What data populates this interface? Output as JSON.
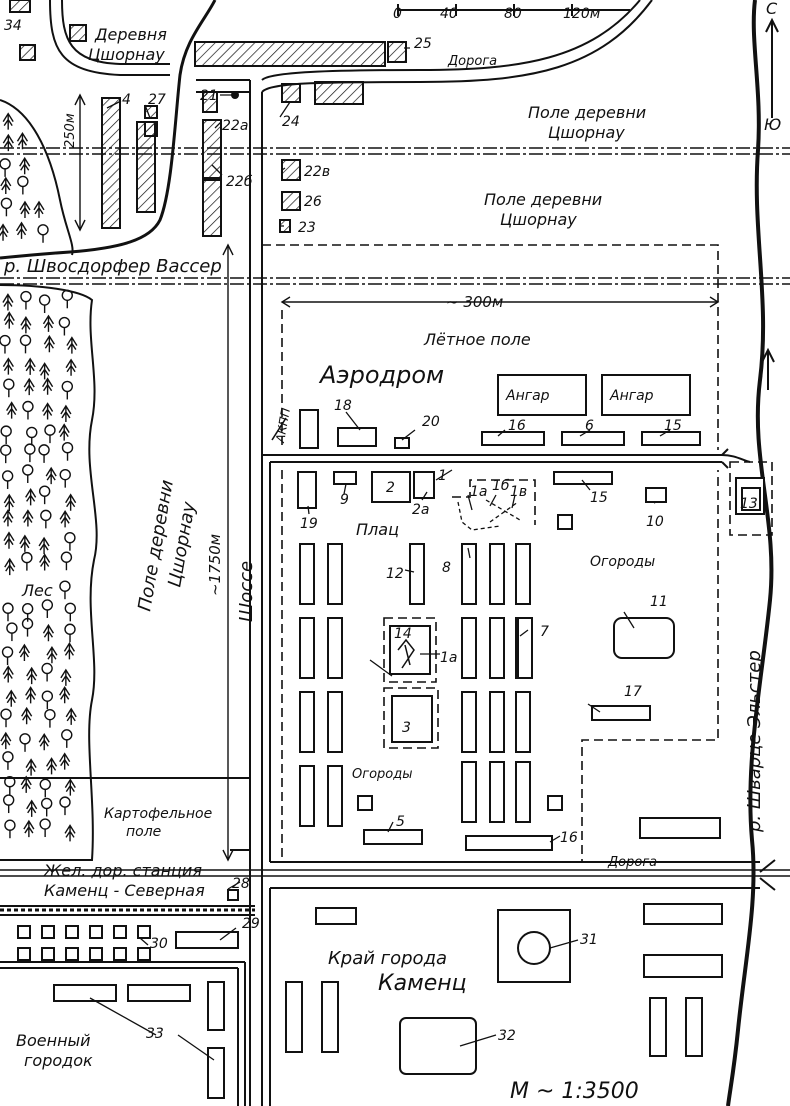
{
  "scale_bar": {
    "ticks": [
      "0",
      "40",
      "80",
      "120м"
    ]
  },
  "scale_ratio": "М ~ 1:3500",
  "compass": {
    "north": "С",
    "south": "Ю"
  },
  "dimensions": {
    "width": "~ 300м",
    "length": "~1750м",
    "village_length": "250м"
  },
  "areas": {
    "village": [
      "Деревня",
      "Цшорнау"
    ],
    "field_top_1": [
      "Поле деревни",
      "Цшорнау"
    ],
    "field_top_2": [
      "Поле деревни",
      "Цшорнау"
    ],
    "field_left": [
      "Поле деревни",
      "Цшорнау"
    ],
    "forest": "Лес",
    "airfield_zone": "Лётное поле",
    "airfield": "Аэродром",
    "checkpoint": "АКПП",
    "parade": "Плац",
    "gardens_1": "Огороды",
    "gardens_2": "Огороды",
    "potato": [
      "Картофельное",
      "поле"
    ],
    "station": [
      "Жел. дор. станция",
      "Каменц - Северная"
    ],
    "town": [
      "Край города",
      "Каменц"
    ],
    "military": [
      "Военный",
      "городок"
    ]
  },
  "roads": {
    "road_top": "Дорога",
    "road_bottom": "Дорога",
    "highway": "Шоссе"
  },
  "rivers": {
    "river_1": "р. Швосдорфер Вассер",
    "river_2": "р. Шварце Эльстер"
  },
  "hangars": [
    "Ангар",
    "Ангар"
  ],
  "building_labels": {
    "b1": "1",
    "b1a": "1а",
    "b1a_2": "1а",
    "b1b": "1б",
    "b1v": "1в",
    "b2": "2",
    "b2a": "2а",
    "b3": "3",
    "b4": "4",
    "b5": "5",
    "b6": "6",
    "b7": "7",
    "b8": "8",
    "b9": "9",
    "b10": "10",
    "b11": "11",
    "b12": "12",
    "b13": "13",
    "b14": "14",
    "b15": "15",
    "b15b": "15",
    "b16": "16",
    "b16b": "16",
    "b17": "17",
    "b18": "18",
    "b19": "19",
    "b20": "20",
    "b21": "21",
    "b22a": "22а",
    "b22b": "22б",
    "b22v": "22в",
    "b23": "23",
    "b24": "24",
    "b25": "25",
    "b26": "26",
    "b27": "27",
    "b28": "28",
    "b29": "29",
    "b30": "30",
    "b31": "31",
    "b32": "32",
    "b33": "33",
    "b34": "34"
  }
}
